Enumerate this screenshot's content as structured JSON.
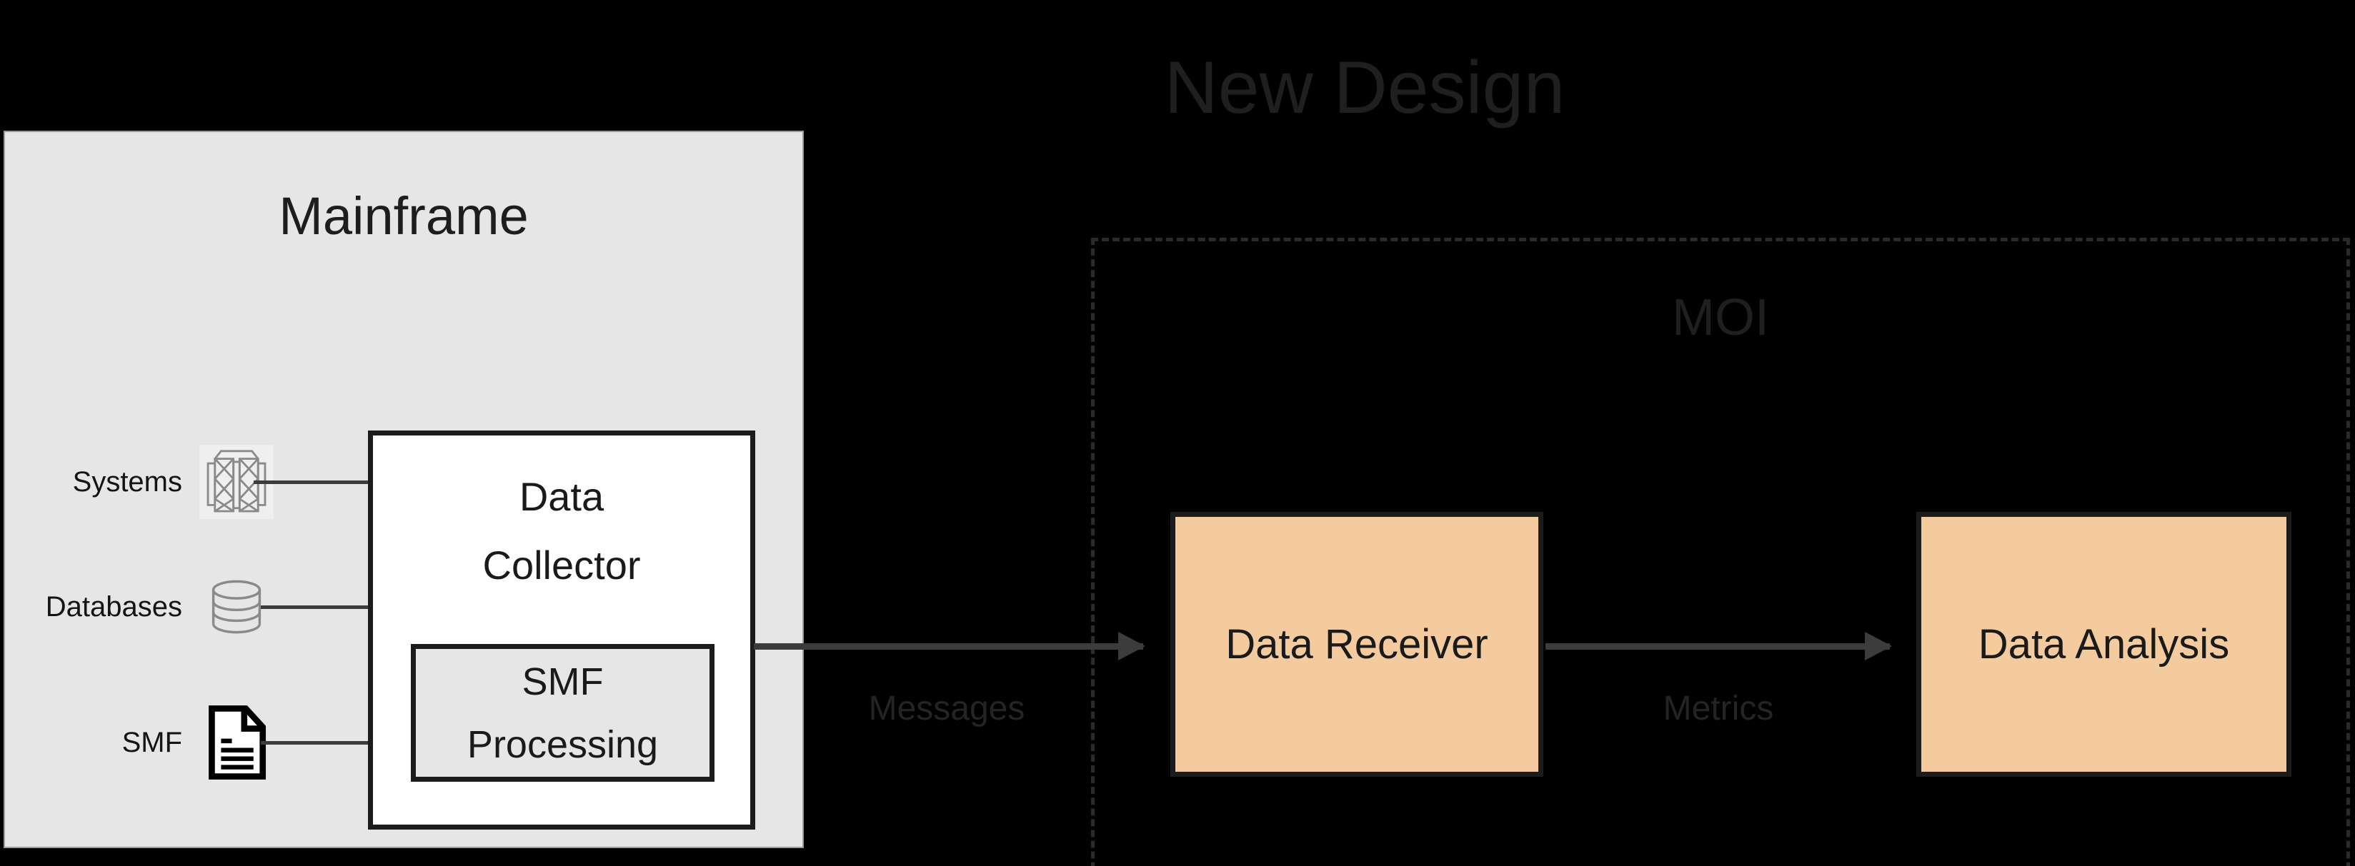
{
  "diagram": {
    "title": "New Design",
    "background_color": "#000000"
  },
  "mainframe": {
    "title": "Mainframe",
    "fill_color": "#e6e6e6",
    "sources": [
      {
        "label": "Systems",
        "icon": "mainframe-server-icon"
      },
      {
        "label": "Databases",
        "icon": "database-cylinder-icon"
      },
      {
        "label": "SMF",
        "icon": "document-file-icon"
      }
    ],
    "data_collector": {
      "title_line1": "Data",
      "title_line2": "Collector",
      "fill_color": "#ffffff",
      "sub_component": {
        "title_line1": "SMF",
        "title_line2": "Processing",
        "fill_color": "#e6e6e6"
      }
    }
  },
  "moi": {
    "title": "MOI",
    "border_style": "dashed",
    "border_color": "#2b2b2b",
    "components": [
      {
        "label": "Data Receiver",
        "fill_color": "#f3cb9f"
      },
      {
        "label": "Data Analysis",
        "fill_color": "#f3cb9f"
      }
    ]
  },
  "flows": [
    {
      "label": "Messages",
      "from": "Data Collector",
      "to": "Data Receiver"
    },
    {
      "label": "Metrics",
      "from": "Data Receiver",
      "to": "Data Analysis"
    }
  ]
}
